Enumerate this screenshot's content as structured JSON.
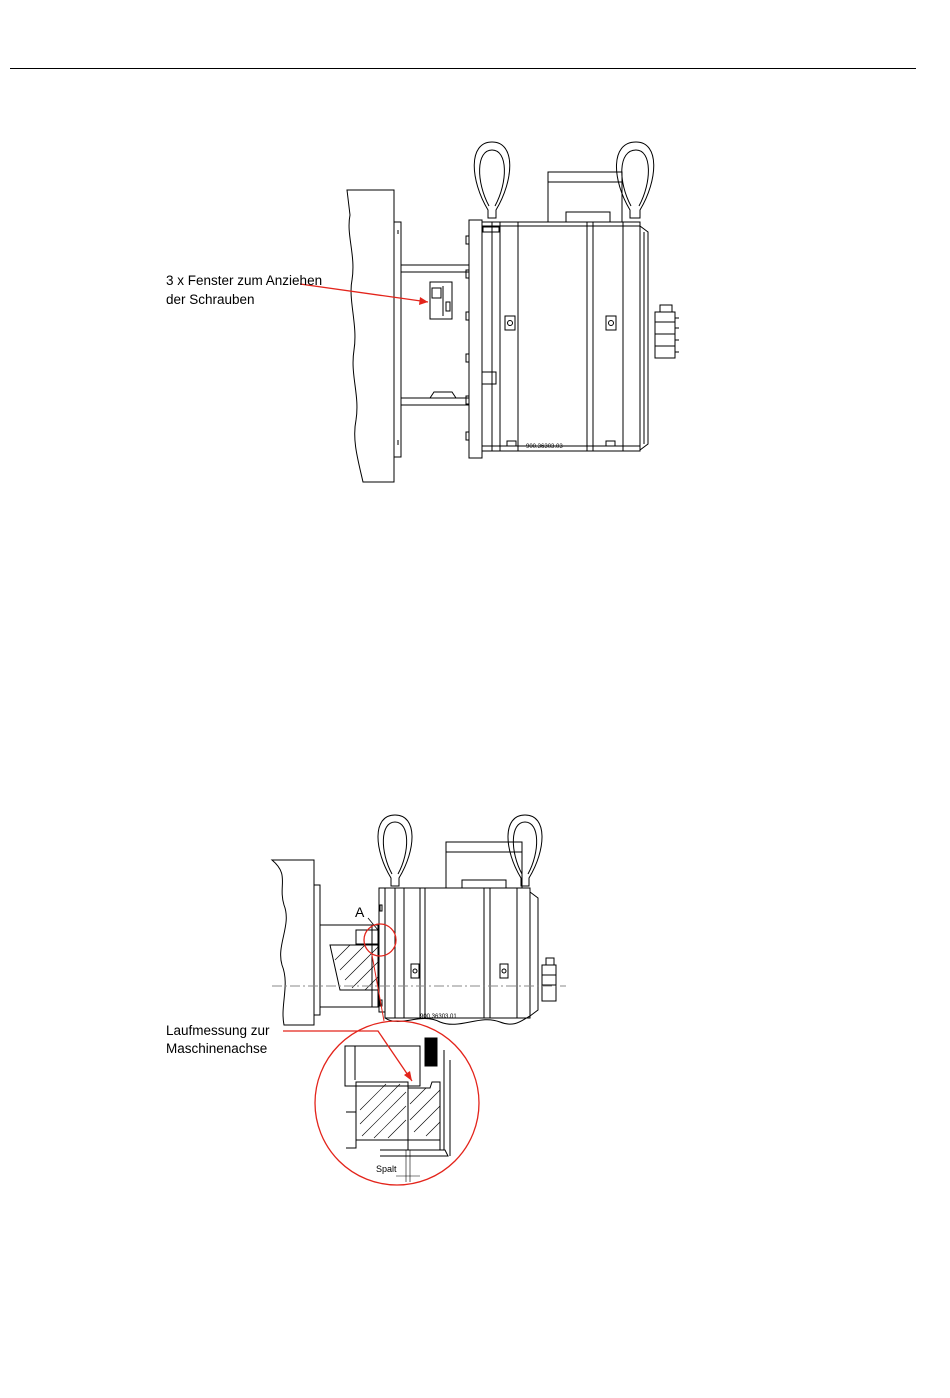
{
  "figure1": {
    "callout_line1": "3 x Fenster zum Anziehen",
    "callout_line2": "der Schrauben",
    "part_number": "900.36303.03"
  },
  "figure2": {
    "callout_line1": "Laufmessung zur",
    "callout_line2": "Maschinenachse",
    "detail_letter": "A",
    "part_number": "900.36303.01",
    "gap_label": "Spalt"
  },
  "colors": {
    "line": "#000000",
    "callout": "#e3241b",
    "axis": "#8a8a8a"
  }
}
